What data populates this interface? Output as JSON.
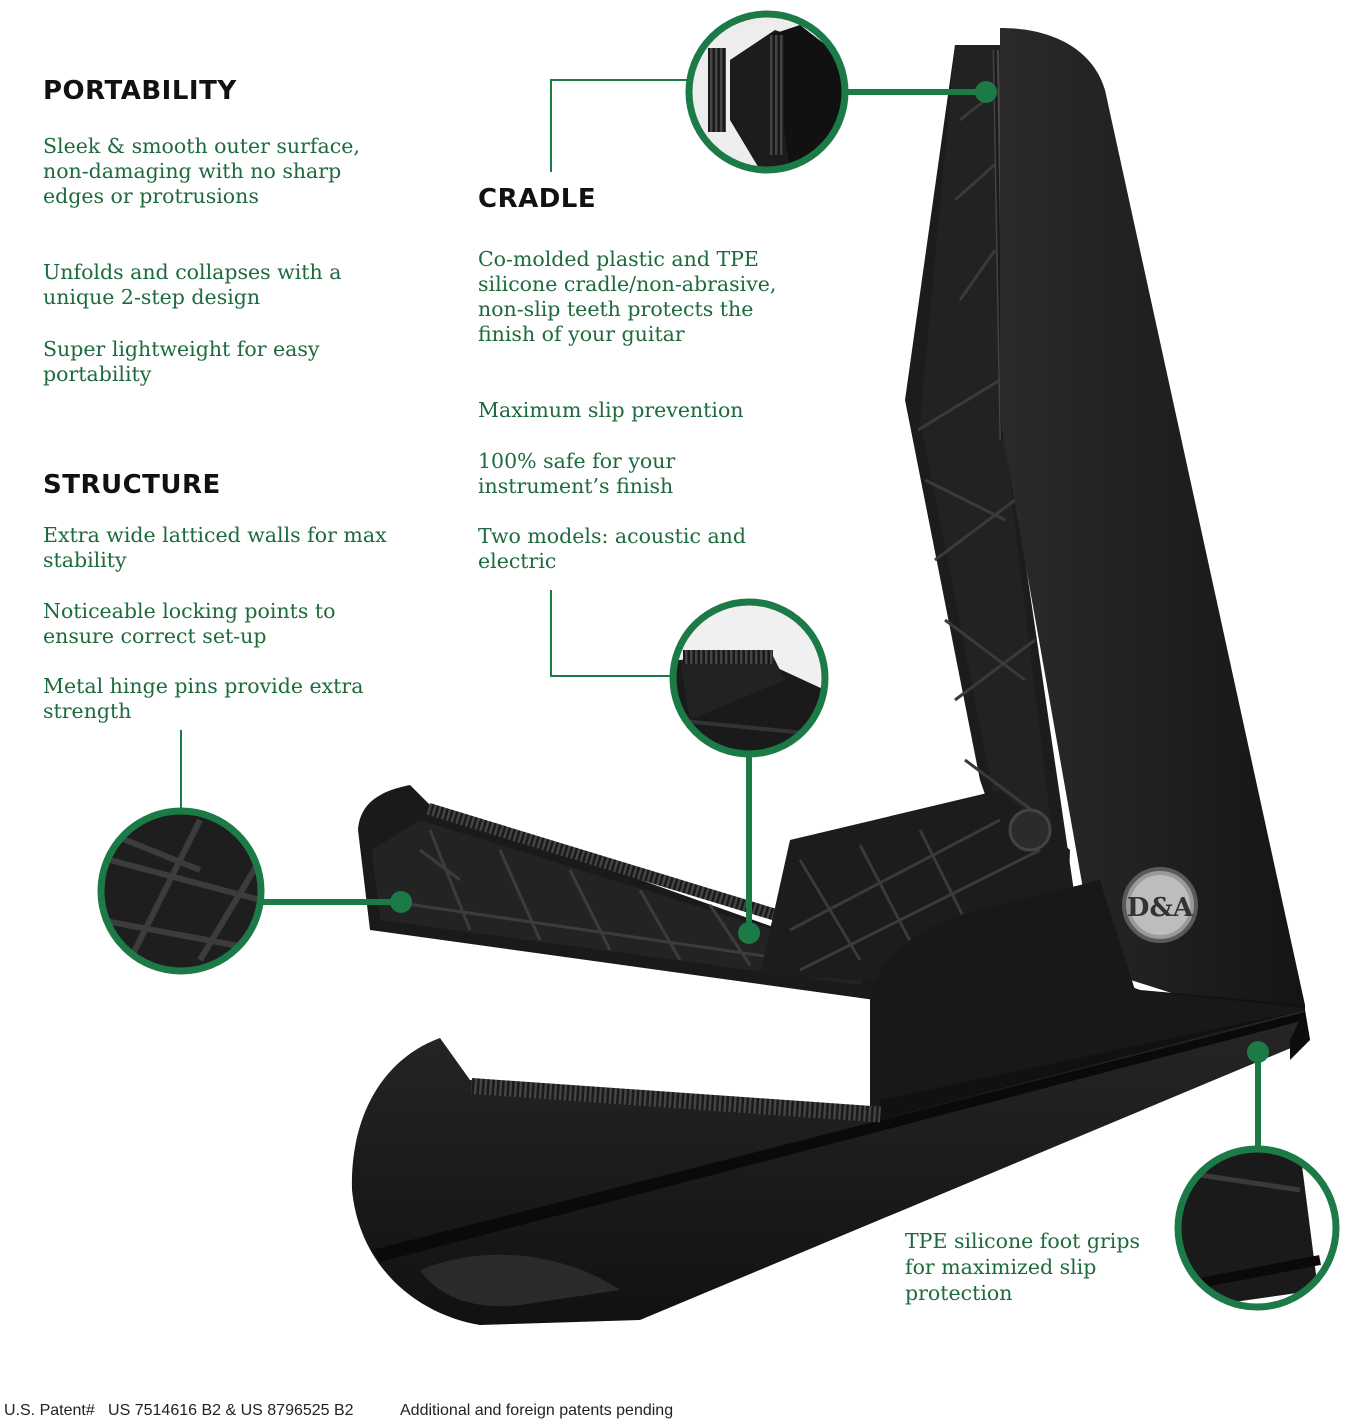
{
  "colors": {
    "accent_green": "#1d6a3d",
    "callout_green": "#1b7a45",
    "product_black": "#1a1a1a"
  },
  "portability": {
    "heading": "PORTABILITY",
    "items": [
      "Sleek & smooth outer surface, non-damaging with no sharp edges or protrusions",
      "Unfolds and collapses with a unique 2-step design",
      "Super lightweight for easy portability"
    ]
  },
  "structure": {
    "heading": "STRUCTURE",
    "items": [
      "Extra wide latticed walls for max stability",
      "Noticeable locking points to ensure correct set-up",
      "Metal hinge pins provide extra strength"
    ]
  },
  "cradle": {
    "heading": "CRADLE",
    "items": [
      "Co-molded plastic and TPE silicone cradle/non-abrasive, non-slip teeth protects the finish of your guitar",
      "Maximum slip prevention",
      "100% safe for your instrument’s finish",
      "Two models: acoustic and electric"
    ]
  },
  "foot": {
    "text": "TPE silicone foot grips for maximized slip protection"
  },
  "logo": {
    "text": "D&A"
  },
  "footer": {
    "patent": "U.S. Patent#   US 7514616 B2 & US 8796525 B2",
    "pending": "Additional and foreign patents pending"
  }
}
